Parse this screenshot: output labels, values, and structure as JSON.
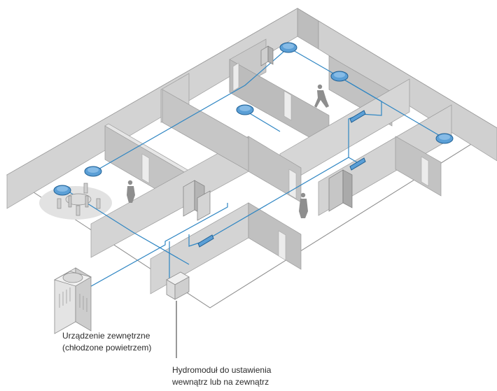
{
  "captions": {
    "outdoor_unit": {
      "line1": "Urządzenie zewnętrzne",
      "line2": "(chłodzone powietrzem)"
    },
    "hydromodule": {
      "line1": "Hydromoduł do ustawienia",
      "line2": "wewnątrz lub na zewnątrz"
    }
  },
  "colors": {
    "pipe": "#2f86c3",
    "indoor_unit": "#5b9fd6",
    "indoor_unit_edge": "#1f5f93",
    "wall": "#c9c9c9",
    "wall_dark": "#b8b8b8",
    "wall_edge": "#d6d6d6",
    "floor": "#ffffff",
    "outline": "#7a7a7a",
    "shadow": "#e2e2e2"
  },
  "icons": {
    "outdoor_unit": "air-cooled-condenser-icon",
    "hydromodule": "hydromodule-box-icon",
    "indoor_units": "cassette-unit-icon",
    "wall_units": "wall-mounted-unit-icon",
    "people": "person-icon",
    "furniture": "dining-table-icon"
  }
}
